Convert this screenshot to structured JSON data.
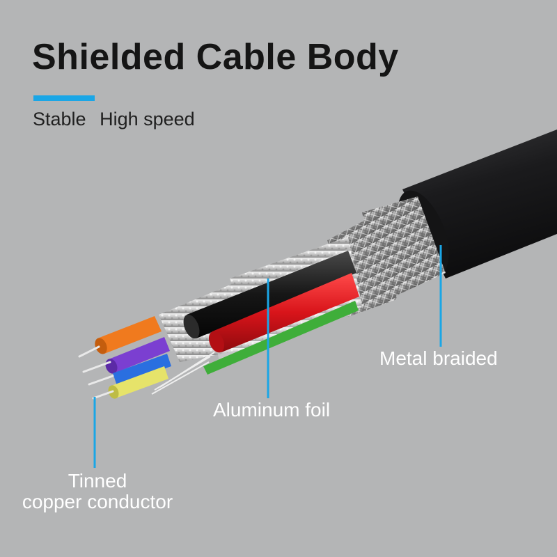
{
  "heading": {
    "title": "Shielded Cable Body",
    "tags": [
      "Stable",
      "High speed"
    ]
  },
  "callouts": {
    "metal_braided": "Metal braided",
    "aluminum_foil": "Aluminum foil",
    "tinned_line1": "Tinned",
    "tinned_line2": "copper conductor"
  },
  "colors": {
    "background": "#b4b5b6",
    "accent": "#1aa6e6",
    "jacket": "#1c1c1e",
    "wire_orange": "#f07a1e",
    "wire_purple": "#7b3fd1",
    "wire_blue": "#2a6fe0",
    "wire_yellow": "#e6e36a",
    "wire_black": "#151515",
    "wire_red": "#d8141a",
    "wire_green": "#3fae3a"
  }
}
